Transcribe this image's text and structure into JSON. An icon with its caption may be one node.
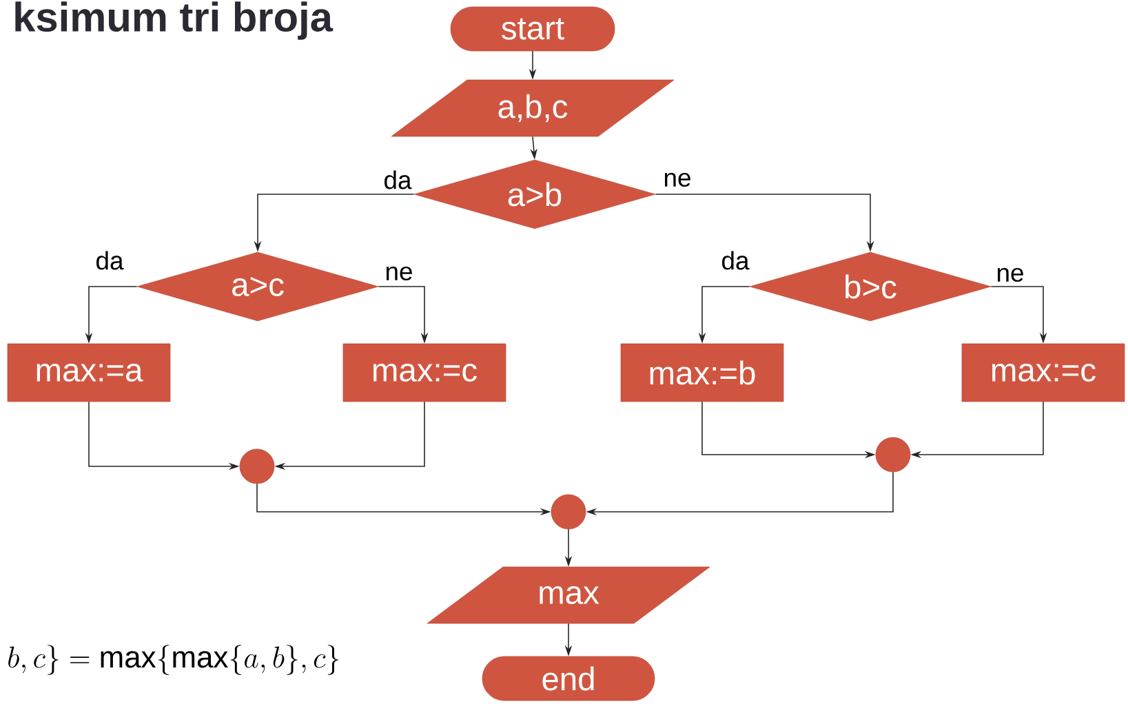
{
  "diagram": {
    "title": "ksimum tri broja",
    "nodes": [
      {
        "text": [
          "start"
        ]
      },
      {
        "text": [
          "a,b,c"
        ]
      },
      {
        "text": [
          "a>b"
        ]
      },
      {
        "text": [
          "a>c"
        ]
      },
      {
        "text": [
          "b>c"
        ]
      },
      {
        "text": [
          "max:=a"
        ]
      },
      {
        "text": [
          "max:=c"
        ]
      },
      {
        "text": [
          "max:=b"
        ]
      },
      {
        "text": [
          "max:=c"
        ]
      },
      {
        "text": [],
        "shape": "circle"
      },
      {
        "text": [],
        "shape": "circle"
      },
      {
        "text": [],
        "shape": "circle"
      },
      {
        "text": [
          "max"
        ]
      },
      {
        "text": [
          "end"
        ]
      }
    ],
    "edges": [
      {
        "from": 0,
        "to": 1,
        "arrow": "to"
      },
      {
        "from": 1,
        "to": 2,
        "arrow": "to"
      },
      {
        "from": 2,
        "to": 3,
        "arrow": "to",
        "label": "da"
      },
      {
        "from": 2,
        "to": 4,
        "arrow": "to",
        "label": "ne"
      },
      {
        "from": 3,
        "to": 5,
        "arrow": "to",
        "label": "da"
      },
      {
        "from": 3,
        "to": 6,
        "arrow": "to",
        "label": "ne"
      },
      {
        "from": 4,
        "to": 7,
        "arrow": "to",
        "label": "da"
      },
      {
        "from": 4,
        "to": 8,
        "arrow": "to",
        "label": "ne"
      },
      {
        "from": 5,
        "to": 9,
        "arrow": "to"
      },
      {
        "from": 6,
        "to": 9,
        "arrow": "to"
      },
      {
        "from": 7,
        "to": 10,
        "arrow": "to"
      },
      {
        "from": 8,
        "to": 10,
        "arrow": "to"
      },
      {
        "from": 9,
        "to": 11,
        "arrow": "to"
      },
      {
        "from": 10,
        "to": 11,
        "arrow": "to"
      },
      {
        "from": 11,
        "to": 12,
        "arrow": "to"
      },
      {
        "from": 12,
        "to": 13,
        "arrow": "to"
      }
    ],
    "labels": [
      "b,c\\} = \\max\\{\\max\\{a,b\\},c\\}"
    ]
  }
}
